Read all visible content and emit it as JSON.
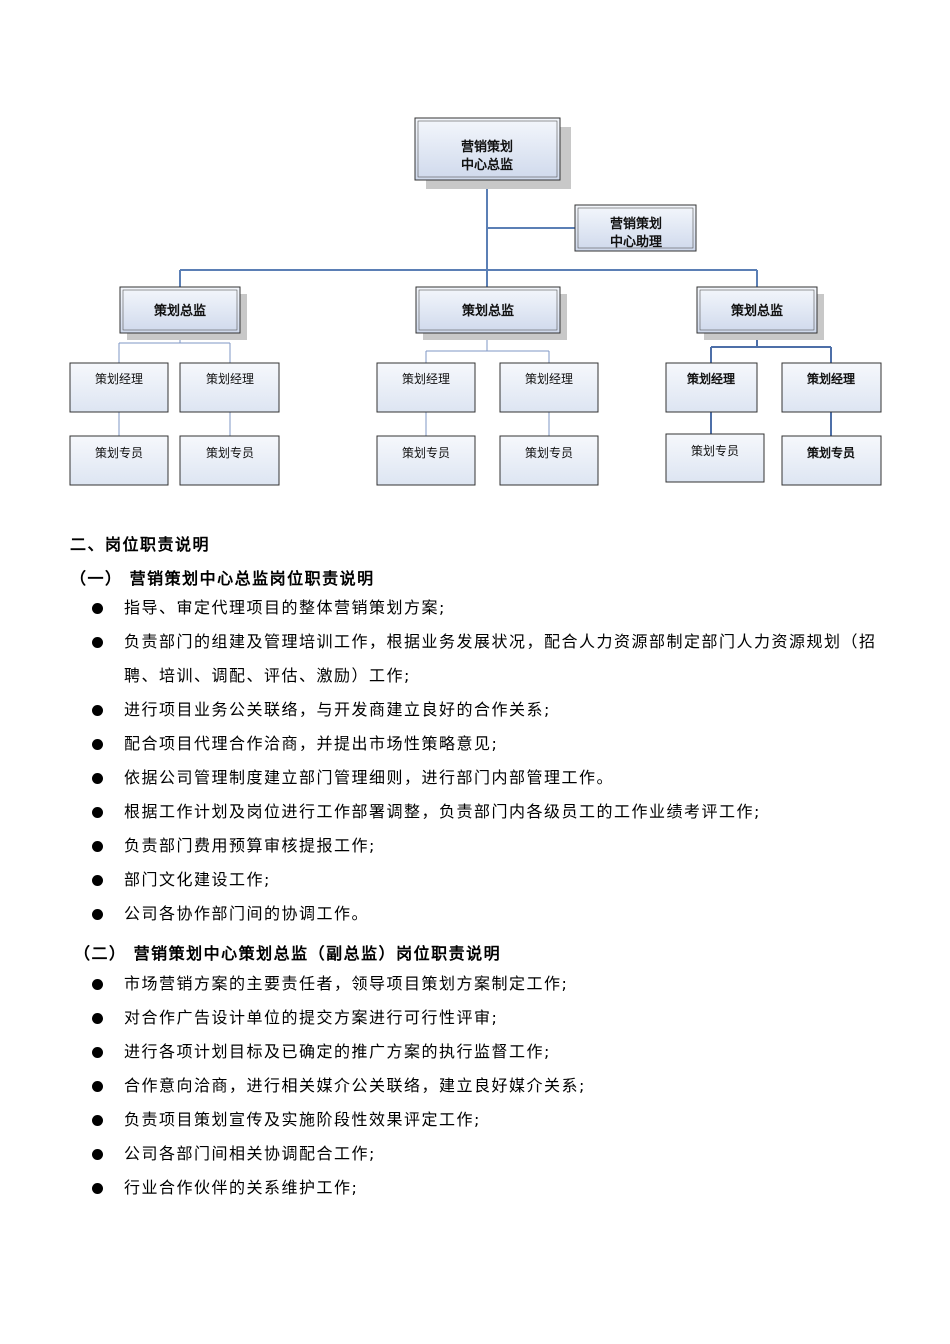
{
  "org_chart": {
    "director": [
      "营销策划",
      "中心总监"
    ],
    "assistant": [
      "营销策划",
      "中心助理"
    ],
    "branches": [
      {
        "head": "策划总监",
        "managers": [
          "策划经理",
          "策划经理"
        ],
        "specialists": [
          "策划专员",
          "策划专员"
        ]
      },
      {
        "head": "策划总监",
        "managers": [
          "策划经理",
          "策划经理"
        ],
        "specialists": [
          "策划专员",
          "策划专员"
        ]
      },
      {
        "head": "策划总监",
        "managers": [
          "策划经理",
          "策划经理"
        ],
        "specialists": [
          "策划专员",
          "策划专员"
        ]
      }
    ],
    "colors": {
      "line": "#5b7fb5",
      "box_fill_top": "#f4f7fc",
      "box_fill_bottom": "#cfd9ec",
      "shadow": "#c8c8c8",
      "border": "#333333"
    }
  },
  "section": {
    "title": "二、岗位职责说明",
    "parts": [
      {
        "title": "（一） 营销策划中心总监岗位职责说明",
        "items": [
          "指导、审定代理项目的整体营销策划方案;",
          "负责部门的组建及管理培训工作，根据业务发展状况，配合人力资源部制定部门人力资源规划（招聘、培训、调配、评估、激励）工作;",
          "进行项目业务公关联络，与开发商建立良好的合作关系;",
          "配合项目代理合作洽商，并提出市场性策略意见;",
          "依据公司管理制度建立部门管理细则，进行部门内部管理工作。",
          "根据工作计划及岗位进行工作部署调整，负责部门内各级员工的工作业绩考评工作;",
          "负责部门费用预算审核提报工作;",
          "部门文化建设工作;",
          "公司各协作部门间的协调工作。"
        ]
      },
      {
        "title": "（二） 营销策划中心策划总监（副总监）岗位职责说明",
        "items": [
          "市场营销方案的主要责任者，领导项目策划方案制定工作;",
          "对合作广告设计单位的提交方案进行可行性评审;",
          "进行各项计划目标及已确定的推广方案的执行监督工作;",
          "合作意向洽商，进行相关媒介公关联络，建立良好媒介关系;",
          "负责项目策划宣传及实施阶段性效果评定工作;",
          "公司各部门间相关协调配合工作;",
          "行业合作伙伴的关系维护工作;"
        ]
      }
    ]
  }
}
